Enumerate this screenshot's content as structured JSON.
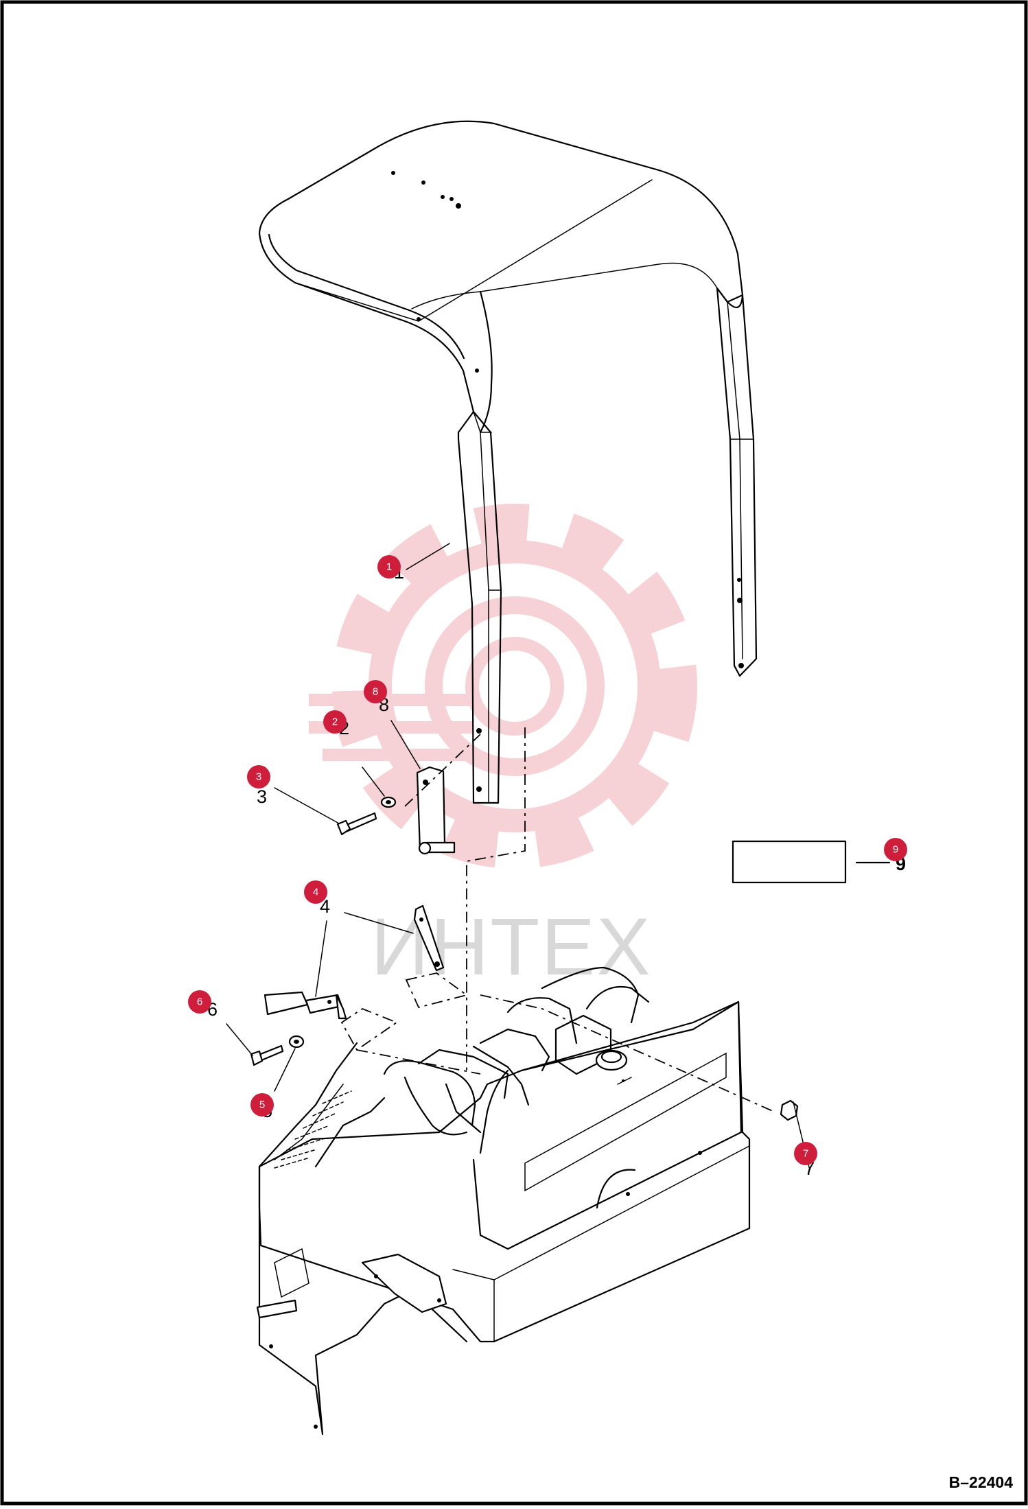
{
  "drawing_id": "B–22404",
  "watermark": "ИНТЕХ",
  "callouts": [
    {
      "number": "1",
      "item_text": "1"
    },
    {
      "number": "2",
      "item_text": "2"
    },
    {
      "number": "3",
      "item_text": "3"
    },
    {
      "number": "4",
      "item_text": "4"
    },
    {
      "number": "5",
      "item_text": "5"
    },
    {
      "number": "6",
      "item_text": "6"
    },
    {
      "number": "7",
      "item_text": "7"
    },
    {
      "number": "8",
      "item_text": "8"
    },
    {
      "number": "9",
      "item_text": "9"
    }
  ],
  "colors": {
    "callout_badge": "#cf1e3c",
    "watermark_gear": "#f5c8cd",
    "frame": "#000000"
  }
}
